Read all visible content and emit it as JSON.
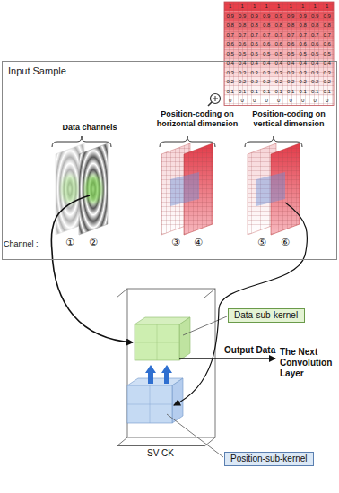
{
  "diagram": {
    "nodes": [
      {
        "text": [
          "Input Sample"
        ]
      },
      {
        "text": [
          "SV-CK"
        ]
      },
      {
        "text": [
          "Data-sub-kernel"
        ]
      },
      {
        "text": [
          "Position-sub-kernel"
        ]
      }
    ],
    "labels": [
      "Data channels",
      "Position-coding on horizontal dimension",
      "Position-coding on vertical dimension",
      "Channel :",
      "①",
      "②",
      "③",
      "④",
      "⑤",
      "⑥",
      "Output Data",
      "The Next Convolution Layer",
      "1",
      "1",
      "1",
      "1",
      "1",
      "1",
      "1",
      "1",
      "1",
      "0.9",
      "0.9",
      "0.9",
      "0.9",
      "0.9",
      "0.9",
      "0.9",
      "0.9",
      "0.9",
      "0.8",
      "0.8",
      "0.8",
      "0.8",
      "0.8",
      "0.8",
      "0.8",
      "0.8",
      "0.8",
      "0.7",
      "0.7",
      "0.7",
      "0.7",
      "0.7",
      "0.7",
      "0.7",
      "0.7",
      "0.7",
      "0.6",
      "0.6",
      "0.6",
      "0.6",
      "0.6",
      "0.6",
      "0.6",
      "0.6",
      "0.6",
      "0.5",
      "0.5",
      "0.5",
      "0.5",
      "0.5",
      "0.5",
      "0.5",
      "0.5",
      "0.5",
      "0.4",
      "0.4",
      "0.4",
      "0.4",
      "0.4",
      "0.4",
      "0.4",
      "0.4",
      "0.4",
      "0.3",
      "0.3",
      "0.3",
      "0.3",
      "0.3",
      "0.3",
      "0.3",
      "0.3",
      "0.3",
      "0.2",
      "0.2",
      "0.2",
      "0.2",
      "0.2",
      "0.2",
      "0.2",
      "0.2",
      "0.2",
      "0.1",
      "0.1",
      "0.1",
      "0.1",
      "0.1",
      "0.1",
      "0.1",
      "0.1",
      "0.1",
      "0",
      "0",
      "0",
      "0",
      "0",
      "0",
      "0",
      "0",
      "0"
    ]
  }
}
